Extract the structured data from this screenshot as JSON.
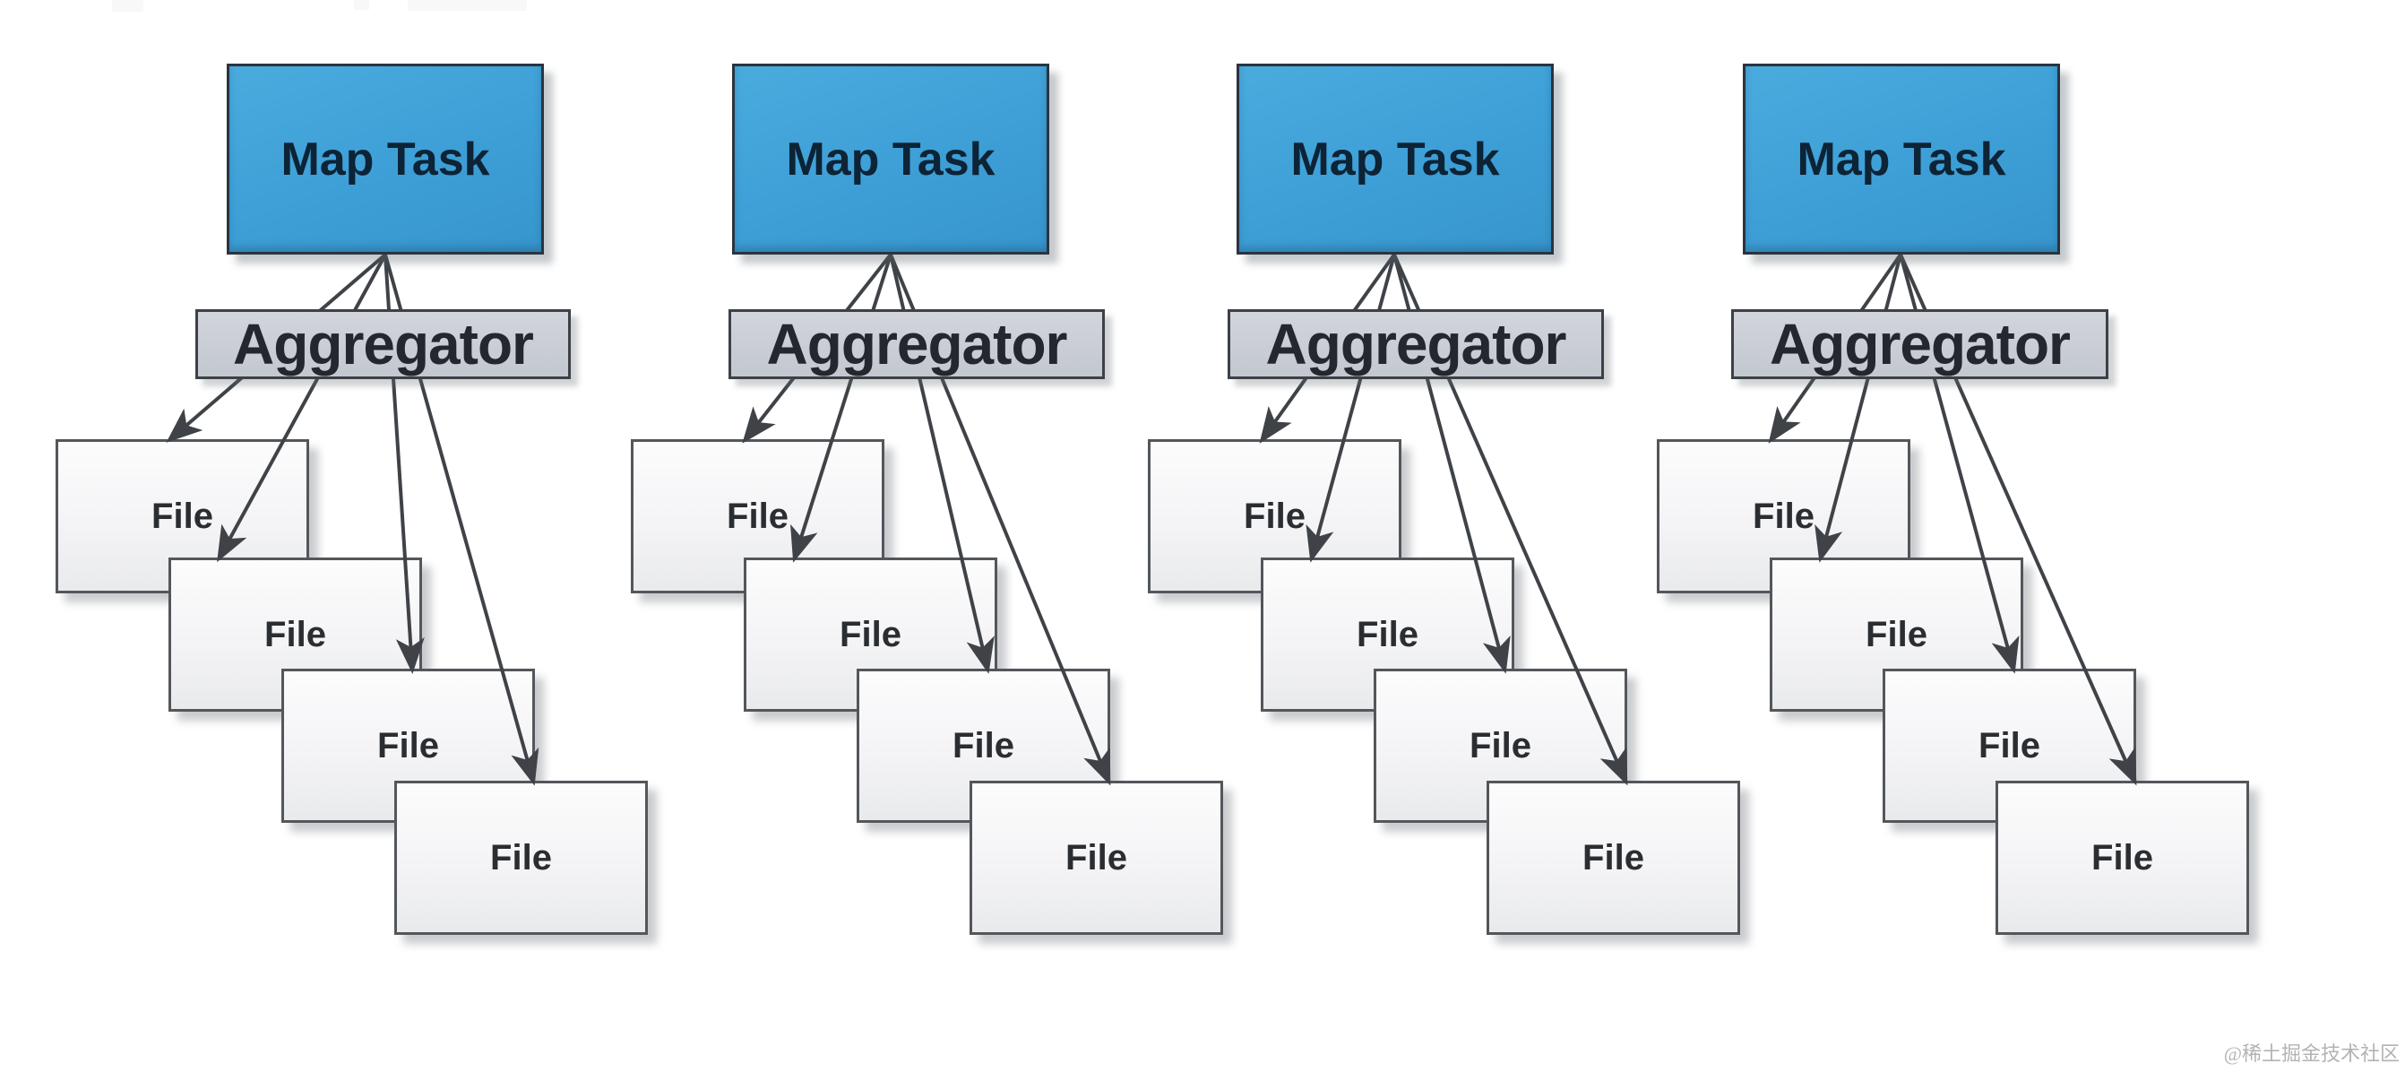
{
  "diagram": {
    "description": "Four parallel Map Tasks, each feeding an Aggregator that writes out to four cascaded File boxes",
    "columns": [
      {
        "map_task_label": "Map Task",
        "aggregator_label": "Aggregator",
        "file_labels": [
          "File",
          "File",
          "File",
          "File"
        ]
      },
      {
        "map_task_label": "Map Task",
        "aggregator_label": "Aggregator",
        "file_labels": [
          "File",
          "File",
          "File",
          "File"
        ]
      },
      {
        "map_task_label": "Map Task",
        "aggregator_label": "Aggregator",
        "file_labels": [
          "File",
          "File",
          "File",
          "File"
        ]
      },
      {
        "map_task_label": "Map Task",
        "aggregator_label": "Aggregator",
        "file_labels": [
          "File",
          "File",
          "File",
          "File"
        ]
      }
    ]
  },
  "watermark": {
    "text": "@稀土掘金技术社区"
  },
  "colors": {
    "map_fill_top": "#4aabde",
    "map_fill_bottom": "#3795cc",
    "map_border": "#2a3440",
    "map_text": "#0d2336",
    "agg_fill_top": "#d2d5db",
    "agg_fill_bottom": "#c3c7cf",
    "agg_border": "#3c4148",
    "agg_text": "#24272e",
    "file_fill_top": "#fcfcfd",
    "file_fill_bottom": "#e9eaec",
    "file_border": "#53575c",
    "file_text": "#2a2d31",
    "arrow": "#3f4347",
    "watermark": "#b3b3b3",
    "page_bg": "#ffffff"
  }
}
